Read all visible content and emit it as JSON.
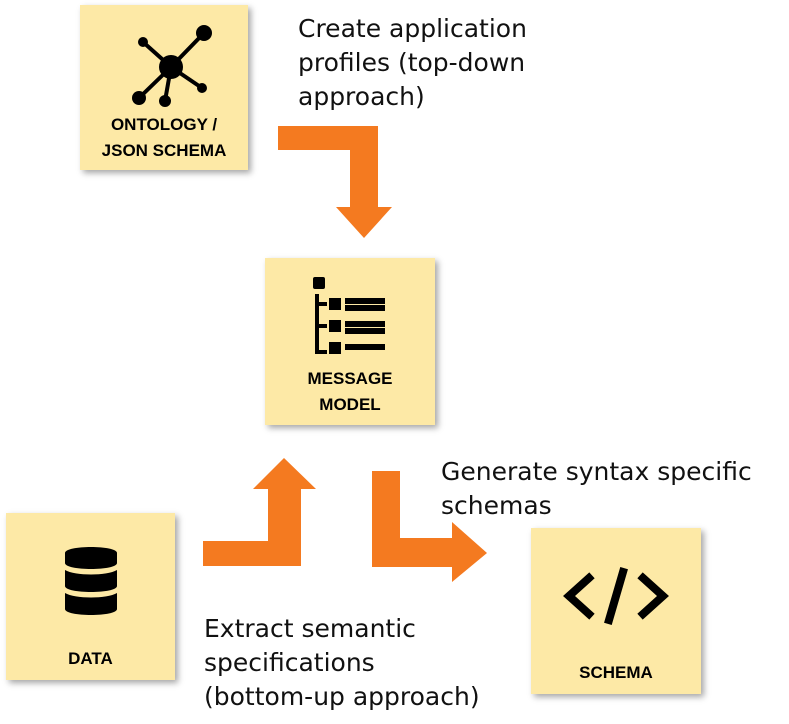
{
  "nodes": {
    "ontology": {
      "line1": "ONTOLOGY /",
      "line2": "JSON SCHEMA",
      "icon": "network-graph-icon"
    },
    "message_model": {
      "line1": "MESSAGE",
      "line2": "MODEL",
      "icon": "hierarchical-list-icon"
    },
    "data": {
      "label": "DATA",
      "icon": "database-icon"
    },
    "schema": {
      "label": "SCHEMA",
      "icon": "code-brackets-icon"
    }
  },
  "captions": {
    "top_down": [
      "Create application",
      "profiles (top-down",
      "approach)"
    ],
    "generate": [
      "Generate syntax specific",
      "schemas"
    ],
    "bottom_up": [
      "Extract semantic",
      "specifications",
      "(bottom-up approach)"
    ]
  },
  "colors": {
    "box_fill": "#fde9a6",
    "arrow": "#f47a20",
    "icon": "#000000"
  }
}
